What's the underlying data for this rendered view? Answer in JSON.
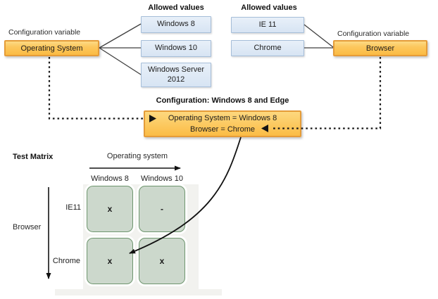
{
  "left_variable": {
    "label": "Configuration variable",
    "name": "Operating System"
  },
  "right_variable": {
    "label": "Configuration variable",
    "name": "Browser"
  },
  "left_allowed": {
    "header": "Allowed values",
    "values": [
      "Windows 8",
      "Windows 10",
      "Windows Server 2012"
    ]
  },
  "right_allowed": {
    "header": "Allowed values",
    "values": [
      "IE 11",
      "Chrome"
    ]
  },
  "configuration": {
    "title": "Configuration: Windows 8 and Edge",
    "line1": "Operating System = Windows 8",
    "line2": "Browser = Chrome"
  },
  "matrix": {
    "title": "Test Matrix",
    "x_axis": "Operating system",
    "y_axis": "Browser",
    "columns": [
      "Windows 8",
      "Windows 10"
    ],
    "rows": [
      "IE11",
      "Chrome"
    ],
    "cells": [
      [
        "x",
        "-"
      ],
      [
        "x",
        "x"
      ]
    ]
  },
  "colors": {
    "variable_fill": "#fbbb43",
    "variable_border": "#e59c38",
    "value_fill": "#dce8f5",
    "value_border": "#a5bdd8",
    "cell_fill": "#ccd8cc",
    "cell_border": "#6e956e",
    "panel_fill": "#f2f2ef",
    "line": "#3f3f3f"
  }
}
